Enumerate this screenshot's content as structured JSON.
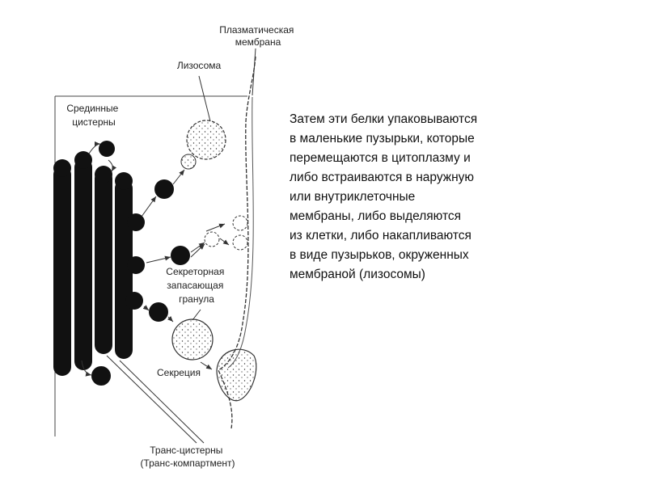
{
  "labels": {
    "plasma_membrane": [
      "Плазматическая",
      "мембрана"
    ],
    "lysosome": "Лизосома",
    "medial_cisternae": [
      "Срединные",
      "цистерны"
    ],
    "secretory_granule": [
      "Секреторная",
      "запасающая",
      "гранула"
    ],
    "secretion": "Секреция",
    "trans_cisternae": [
      "Транс-цистерны",
      "(Транс-компартмент)"
    ]
  },
  "description_lines": [
    "Затем эти белки упаковываются",
    "в маленькие пузырьки, которые",
    "перемещаются в цитоплазму и",
    "либо встраиваются в наружную",
    "или внутриклеточные",
    "мембраны, либо выделяются",
    "из клетки, либо накапливаются",
    "в виде пузырьков, окруженных",
    "мембраной (лизосомы)"
  ]
}
